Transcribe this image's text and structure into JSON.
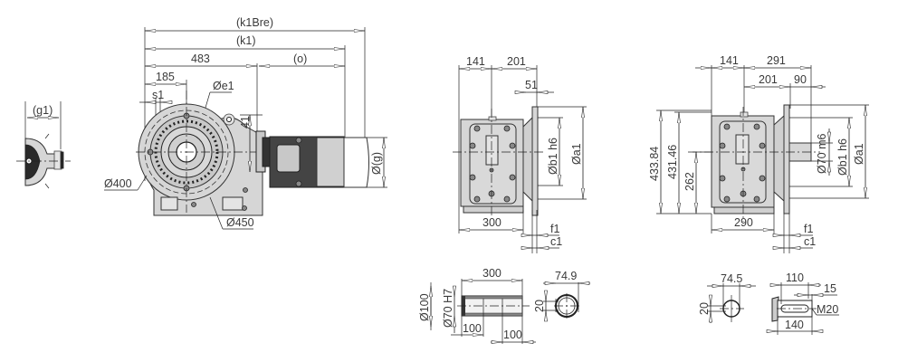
{
  "drawing": {
    "type": "technical-dimension-drawing",
    "subject": "right-angle helical-bevel gear motor with hollow shaft / solid shaft variants",
    "text_color": "#3a3a3a",
    "body_fill": "#d6d6d6"
  },
  "side_view_left": {
    "g1_label": "(g1)"
  },
  "main_view": {
    "k1bre_label": "(k1Bre)",
    "k1_label": "(k1)",
    "dim_483": "483",
    "o_label": "(o)",
    "dim_185": "185",
    "s1_label": "s1",
    "e1_label": "Øe1",
    "dim_41": "41",
    "g_label": "Ø(g)",
    "d400_label": "Ø400",
    "d450_label": "Ø450"
  },
  "front_view_hollow": {
    "dim_141": "141",
    "dim_201": "201",
    "dim_51": "51",
    "b1_label": "Øb1 h6",
    "a1_label": "Øa1",
    "dim_300": "300",
    "f1_label": "f1",
    "c1_label": "c1"
  },
  "front_view_solid": {
    "dim_141": "141",
    "dim_291": "291",
    "dim_201": "201",
    "dim_90": "90",
    "dim_43384": "433.84",
    "dim_43146": "431.46",
    "dim_262": "262",
    "d70_label": "Ø70 m6",
    "b1_label": "Øb1 h6",
    "a1_label": "Øa1",
    "dim_290": "290",
    "f1_label": "f1",
    "c1_label": "c1"
  },
  "hollow_shaft_detail": {
    "d100_label": "Ø100",
    "d70_label": "Ø70 H7",
    "dim_300": "300",
    "dim_100a": "100",
    "dim_100b": "100",
    "dim_20": "20",
    "dim_749": "74.9"
  },
  "solid_shaft_detail": {
    "dim_20": "20",
    "dim_745": "74.5",
    "dim_110": "110",
    "dim_15": "15",
    "m20_label": "M20",
    "dim_140": "140"
  }
}
